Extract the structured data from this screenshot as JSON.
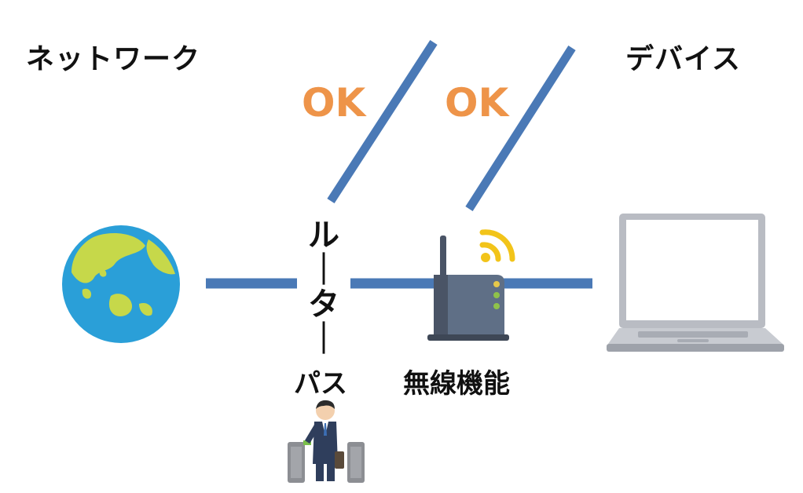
{
  "labels": {
    "network": "ネットワーク",
    "device": "デバイス",
    "ok_left": "OK",
    "ok_right": "OK",
    "router_chars": [
      "ル",
      "｜",
      "タ",
      "｜"
    ],
    "pass": "パス",
    "wireless": "無線機能"
  },
  "icons": {
    "globe": "globe-icon",
    "router": "wireless-router-icon",
    "wifi": "wifi-signal-icon",
    "laptop": "laptop-icon",
    "person": "businessman-at-ticket-gate-icon"
  },
  "colors": {
    "line": "#4A79B6",
    "ok": "#EE9449",
    "ocean": "#2A9FD8",
    "land": "#C6D84A",
    "router_body": "#5F6F86",
    "wifi": "#F2C41A",
    "laptop": "#B9BCC3"
  }
}
